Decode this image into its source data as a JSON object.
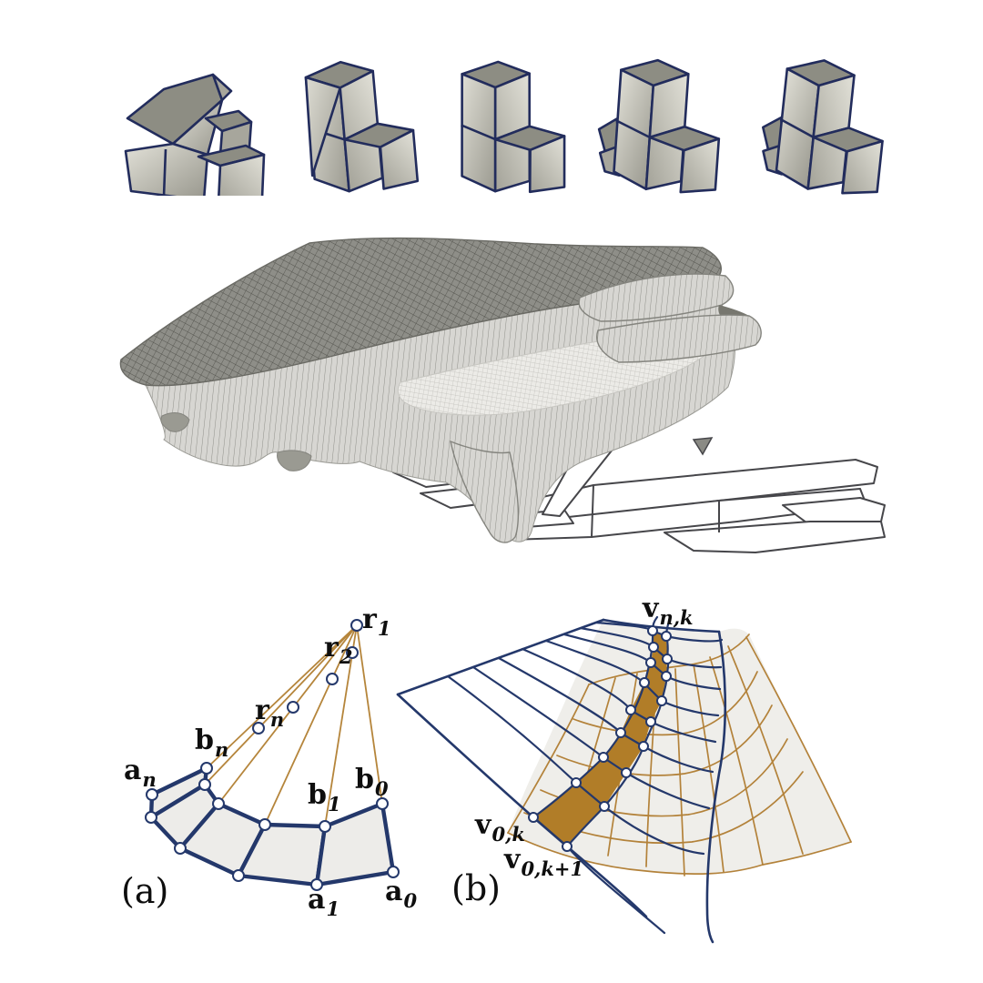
{
  "page": {
    "background": "#ffffff"
  },
  "colors": {
    "edge_navy": "#24386b",
    "spoke_tan": "#b5853b",
    "tan_grid": "#b3823a",
    "strip_brown": "#b17d28",
    "quad_fill": "#edece9",
    "grid_region_fill": "#efeeea",
    "vertex_fill": "#ffffff",
    "block_top": "#8d8d83",
    "block_front_light": "#deddd4",
    "block_front_dark": "#97968c",
    "block_side": "#c6c5bb",
    "mesh_dark": "#8e8e88",
    "mesh_hatch_line": "#55554f",
    "mesh_skirt": "#d7d6d2",
    "mesh_stripe_line": "#90908a",
    "mesh_fine": "#ecebe7",
    "mesh_fine_line": "#c0bfba",
    "wire_stroke": "#46464a",
    "label_color": "#0e0e0e"
  },
  "blocks_row": {
    "items": [
      {
        "name": "twisted-corner-block-1"
      },
      {
        "name": "twisted-corner-block-2"
      },
      {
        "name": "corner-block-3"
      },
      {
        "name": "corner-block-4"
      },
      {
        "name": "corner-block-5"
      }
    ]
  },
  "mesh_figure": {
    "description_names": [
      "subdivision-surface-mesh",
      "control-polyhedron-wireframe"
    ]
  },
  "diagram_a": {
    "caption": "(a)",
    "labels": {
      "r1": {
        "base": "r",
        "sub": "1"
      },
      "r2": {
        "base": "r",
        "sub": "2"
      },
      "rn": {
        "base": "r",
        "sub": "n"
      },
      "bn": {
        "base": "b",
        "sub": "n"
      },
      "an": {
        "base": "a",
        "sub": "n"
      },
      "b1": {
        "base": "b",
        "sub": "1"
      },
      "b0": {
        "base": "b",
        "sub": "0"
      },
      "a1": {
        "base": "a",
        "sub": "1"
      },
      "a0": {
        "base": "a",
        "sub": "0"
      }
    }
  },
  "diagram_b": {
    "caption": "(b)",
    "labels": {
      "vnk": {
        "base": "v",
        "sub": "n,k"
      },
      "v0k": {
        "base": "v",
        "sub": "0,k"
      },
      "v0k1": {
        "base": "v",
        "sub": "0,k+1"
      }
    }
  }
}
